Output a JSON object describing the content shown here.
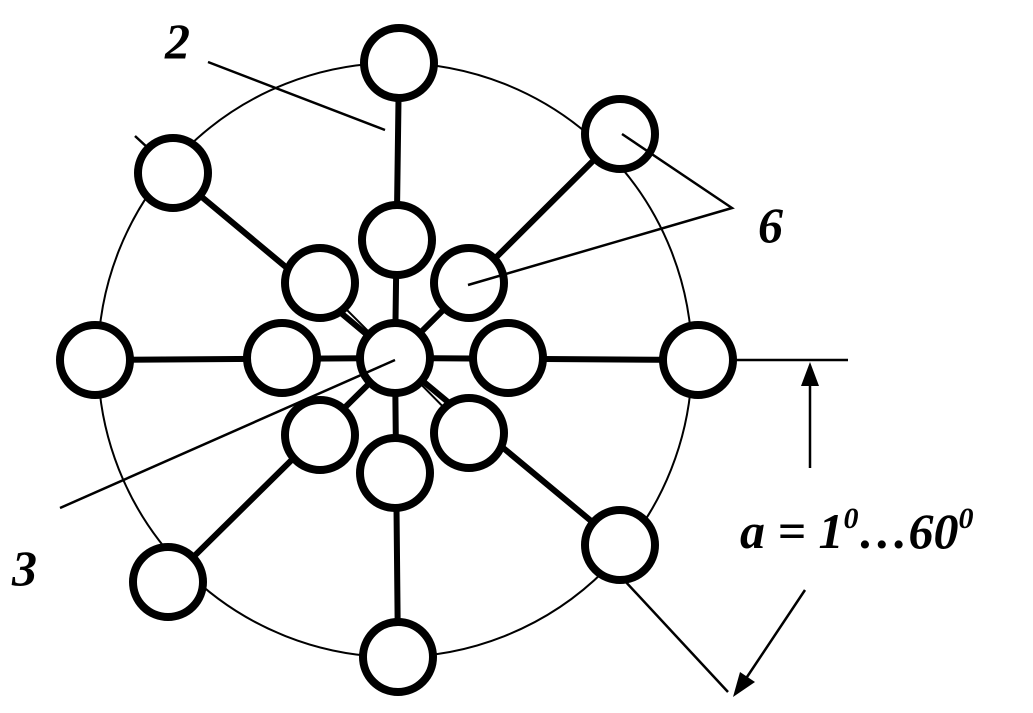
{
  "labels": {
    "two": "2",
    "three": "3",
    "six": "6",
    "angle_lhs": "a = 1",
    "angle_exp1": "0",
    "angle_mid": "…60",
    "angle_exp2": "0"
  },
  "colors": {
    "stroke": "#000000",
    "background": "#ffffff"
  }
}
